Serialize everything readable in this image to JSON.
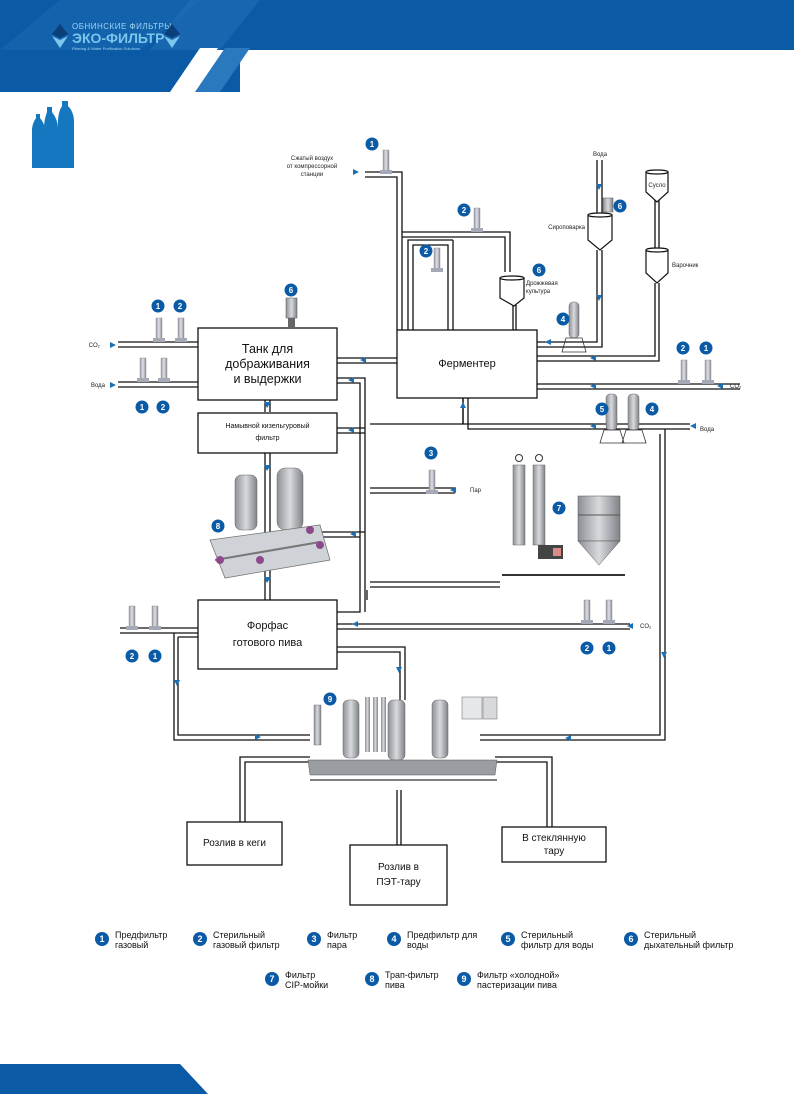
{
  "header": {
    "logo_top": "ОБНИНСКИЕ ФИЛЬТРЫ",
    "logo_main": "ЭКО-ФИЛЬТР",
    "logo_sub": "Filtering & Water Purification Solutions",
    "logo_left_letters": [
      "Э",
      "Ф"
    ],
    "logo_right_letters": [
      "О",
      "□"
    ],
    "brand_color": "#0a5aa5"
  },
  "section_icon": "bottles-icon",
  "diagram": {
    "boxes": {
      "tank": "Танк для\nдображивания\nи выдержки",
      "fermenter": "Ферментер",
      "kieselguhr": "Намывной кизельгуровый\nфильтр",
      "forfas": "Форфас\nготового пива",
      "kegs": "Розлив в кеги",
      "pet": "Розлив в\nПЭТ-тару",
      "glass": "В стеклянную\nтару"
    },
    "labels": {
      "compressed_air": "Сжатый воздух\nот компрессорной\nстанции",
      "water_top": "Вода",
      "wort": "Сусло",
      "syrup": "Сироповарка",
      "brew_kettle": "Варочник",
      "yeast": "Дрожжевая\nкультура",
      "co2_left": "CO₂",
      "water_left": "Вода",
      "co2_right": "CO₂",
      "water_right": "Вода",
      "steam": "Пар",
      "co2_forfas": "CO₂"
    },
    "badges": {
      "air_filter": "1",
      "fermenter_filter_a": "2",
      "fermenter_filter_b": "2",
      "syrup_vent": "6",
      "yeast_vent": "6",
      "tank_vent": "6",
      "water_prefilter_syrup": "4",
      "tank_co2_1": "1",
      "tank_co2_2": "2",
      "tank_water_1": "1",
      "tank_water_2": "2",
      "co2_right_2": "2",
      "co2_right_1": "1",
      "water_sterile": "5",
      "water_pre": "4",
      "steam_filter": "3",
      "cip": "7",
      "trap": "8",
      "forfas_left_2": "2",
      "forfas_left_1": "1",
      "forfas_right_2": "2",
      "forfas_right_1": "1",
      "pasteur": "9"
    }
  },
  "legend": [
    {
      "num": "1",
      "text": "Предфильтр\nгазовый"
    },
    {
      "num": "2",
      "text": "Стерильный\nгазовый фильтр"
    },
    {
      "num": "3",
      "text": "Фильтр\nпара"
    },
    {
      "num": "4",
      "text": "Предфильтр для\nводы"
    },
    {
      "num": "5",
      "text": "Стерильный\nфильтр для воды"
    },
    {
      "num": "6",
      "text": "Стерильный\nдыхательный фильтр"
    },
    {
      "num": "7",
      "text": "Фильтр\nCIP-мойки"
    },
    {
      "num": "8",
      "text": "Трап-фильтр\nпива"
    },
    {
      "num": "9",
      "text": "Фильтр «холодной»\nпастеризации пива"
    }
  ]
}
